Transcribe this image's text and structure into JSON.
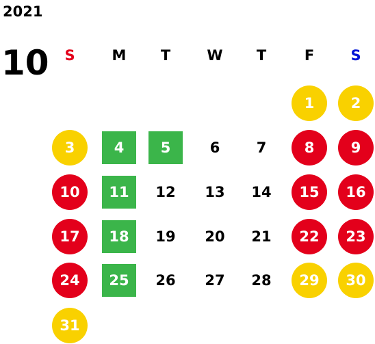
{
  "calendar": {
    "year": "2021",
    "month": "10",
    "weekdays": [
      {
        "label": "S",
        "color": "#e3001b"
      },
      {
        "label": "M",
        "color": "#000000"
      },
      {
        "label": "T",
        "color": "#000000"
      },
      {
        "label": "W",
        "color": "#000000"
      },
      {
        "label": "T",
        "color": "#000000"
      },
      {
        "label": "F",
        "color": "#000000"
      },
      {
        "label": "S",
        "color": "#0015d6"
      }
    ],
    "colors": {
      "red": "#e3001b",
      "yellow": "#f9d100",
      "green": "#3bb54a"
    },
    "days": [
      {
        "num": "1",
        "style": "yellow"
      },
      {
        "num": "2",
        "style": "yellow"
      },
      {
        "num": "3",
        "style": "yellow"
      },
      {
        "num": "4",
        "style": "green"
      },
      {
        "num": "5",
        "style": "green"
      },
      {
        "num": "6",
        "style": "plain"
      },
      {
        "num": "7",
        "style": "plain"
      },
      {
        "num": "8",
        "style": "red"
      },
      {
        "num": "9",
        "style": "red"
      },
      {
        "num": "10",
        "style": "red"
      },
      {
        "num": "11",
        "style": "green"
      },
      {
        "num": "12",
        "style": "plain"
      },
      {
        "num": "13",
        "style": "plain"
      },
      {
        "num": "14",
        "style": "plain"
      },
      {
        "num": "15",
        "style": "red"
      },
      {
        "num": "16",
        "style": "red"
      },
      {
        "num": "17",
        "style": "red"
      },
      {
        "num": "18",
        "style": "green"
      },
      {
        "num": "19",
        "style": "plain"
      },
      {
        "num": "20",
        "style": "plain"
      },
      {
        "num": "21",
        "style": "plain"
      },
      {
        "num": "22",
        "style": "red"
      },
      {
        "num": "23",
        "style": "red"
      },
      {
        "num": "24",
        "style": "red"
      },
      {
        "num": "25",
        "style": "green"
      },
      {
        "num": "26",
        "style": "plain"
      },
      {
        "num": "27",
        "style": "plain"
      },
      {
        "num": "28",
        "style": "plain"
      },
      {
        "num": "29",
        "style": "yellow"
      },
      {
        "num": "30",
        "style": "yellow"
      },
      {
        "num": "31",
        "style": "yellow"
      }
    ],
    "first_weekday_index": 5
  }
}
